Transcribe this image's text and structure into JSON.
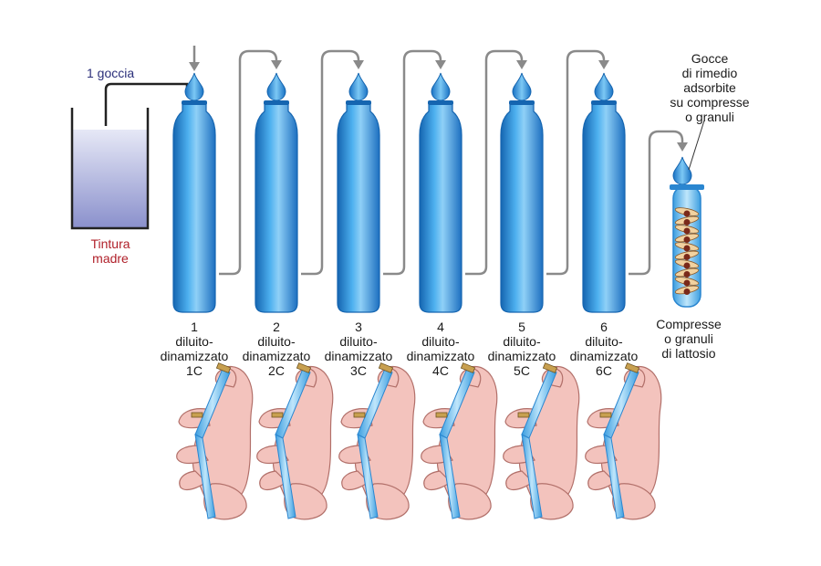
{
  "labels": {
    "drop": "1 goccia",
    "mother_tincture": [
      "Tintura",
      "madre"
    ],
    "absorbed": [
      "Gocce",
      "di rimedio",
      "adsorbite",
      "su compresse",
      "o granuli"
    ],
    "final": [
      "Compresse",
      "o granuli",
      "di lattosio"
    ]
  },
  "steps": [
    {
      "num": "1",
      "line1": "diluito-",
      "line2": "dinamizzato",
      "potency": "1C"
    },
    {
      "num": "2",
      "line1": "diluito-",
      "line2": "dinamizzato",
      "potency": "2C"
    },
    {
      "num": "3",
      "line1": "diluito-",
      "line2": "dinamizzato",
      "potency": "3C"
    },
    {
      "num": "4",
      "line1": "diluito-",
      "line2": "dinamizzato",
      "potency": "4C"
    },
    {
      "num": "5",
      "line1": "diluito-",
      "line2": "dinamizzato",
      "potency": "5C"
    },
    {
      "num": "6",
      "line1": "diluito-",
      "line2": "dinamizzato",
      "potency": "6C"
    }
  ],
  "colors": {
    "tube": "#2e8fd8",
    "tube_dark": "#1565b0",
    "tube_light": "#8fd0f7",
    "pipe": "#8a8a8a",
    "jar_liquid": "#8f95d0",
    "skin": "#f3c3bd",
    "skin_line": "#b2706a",
    "red_label": "#b0202a",
    "blue_label": "#2b2f7a"
  }
}
